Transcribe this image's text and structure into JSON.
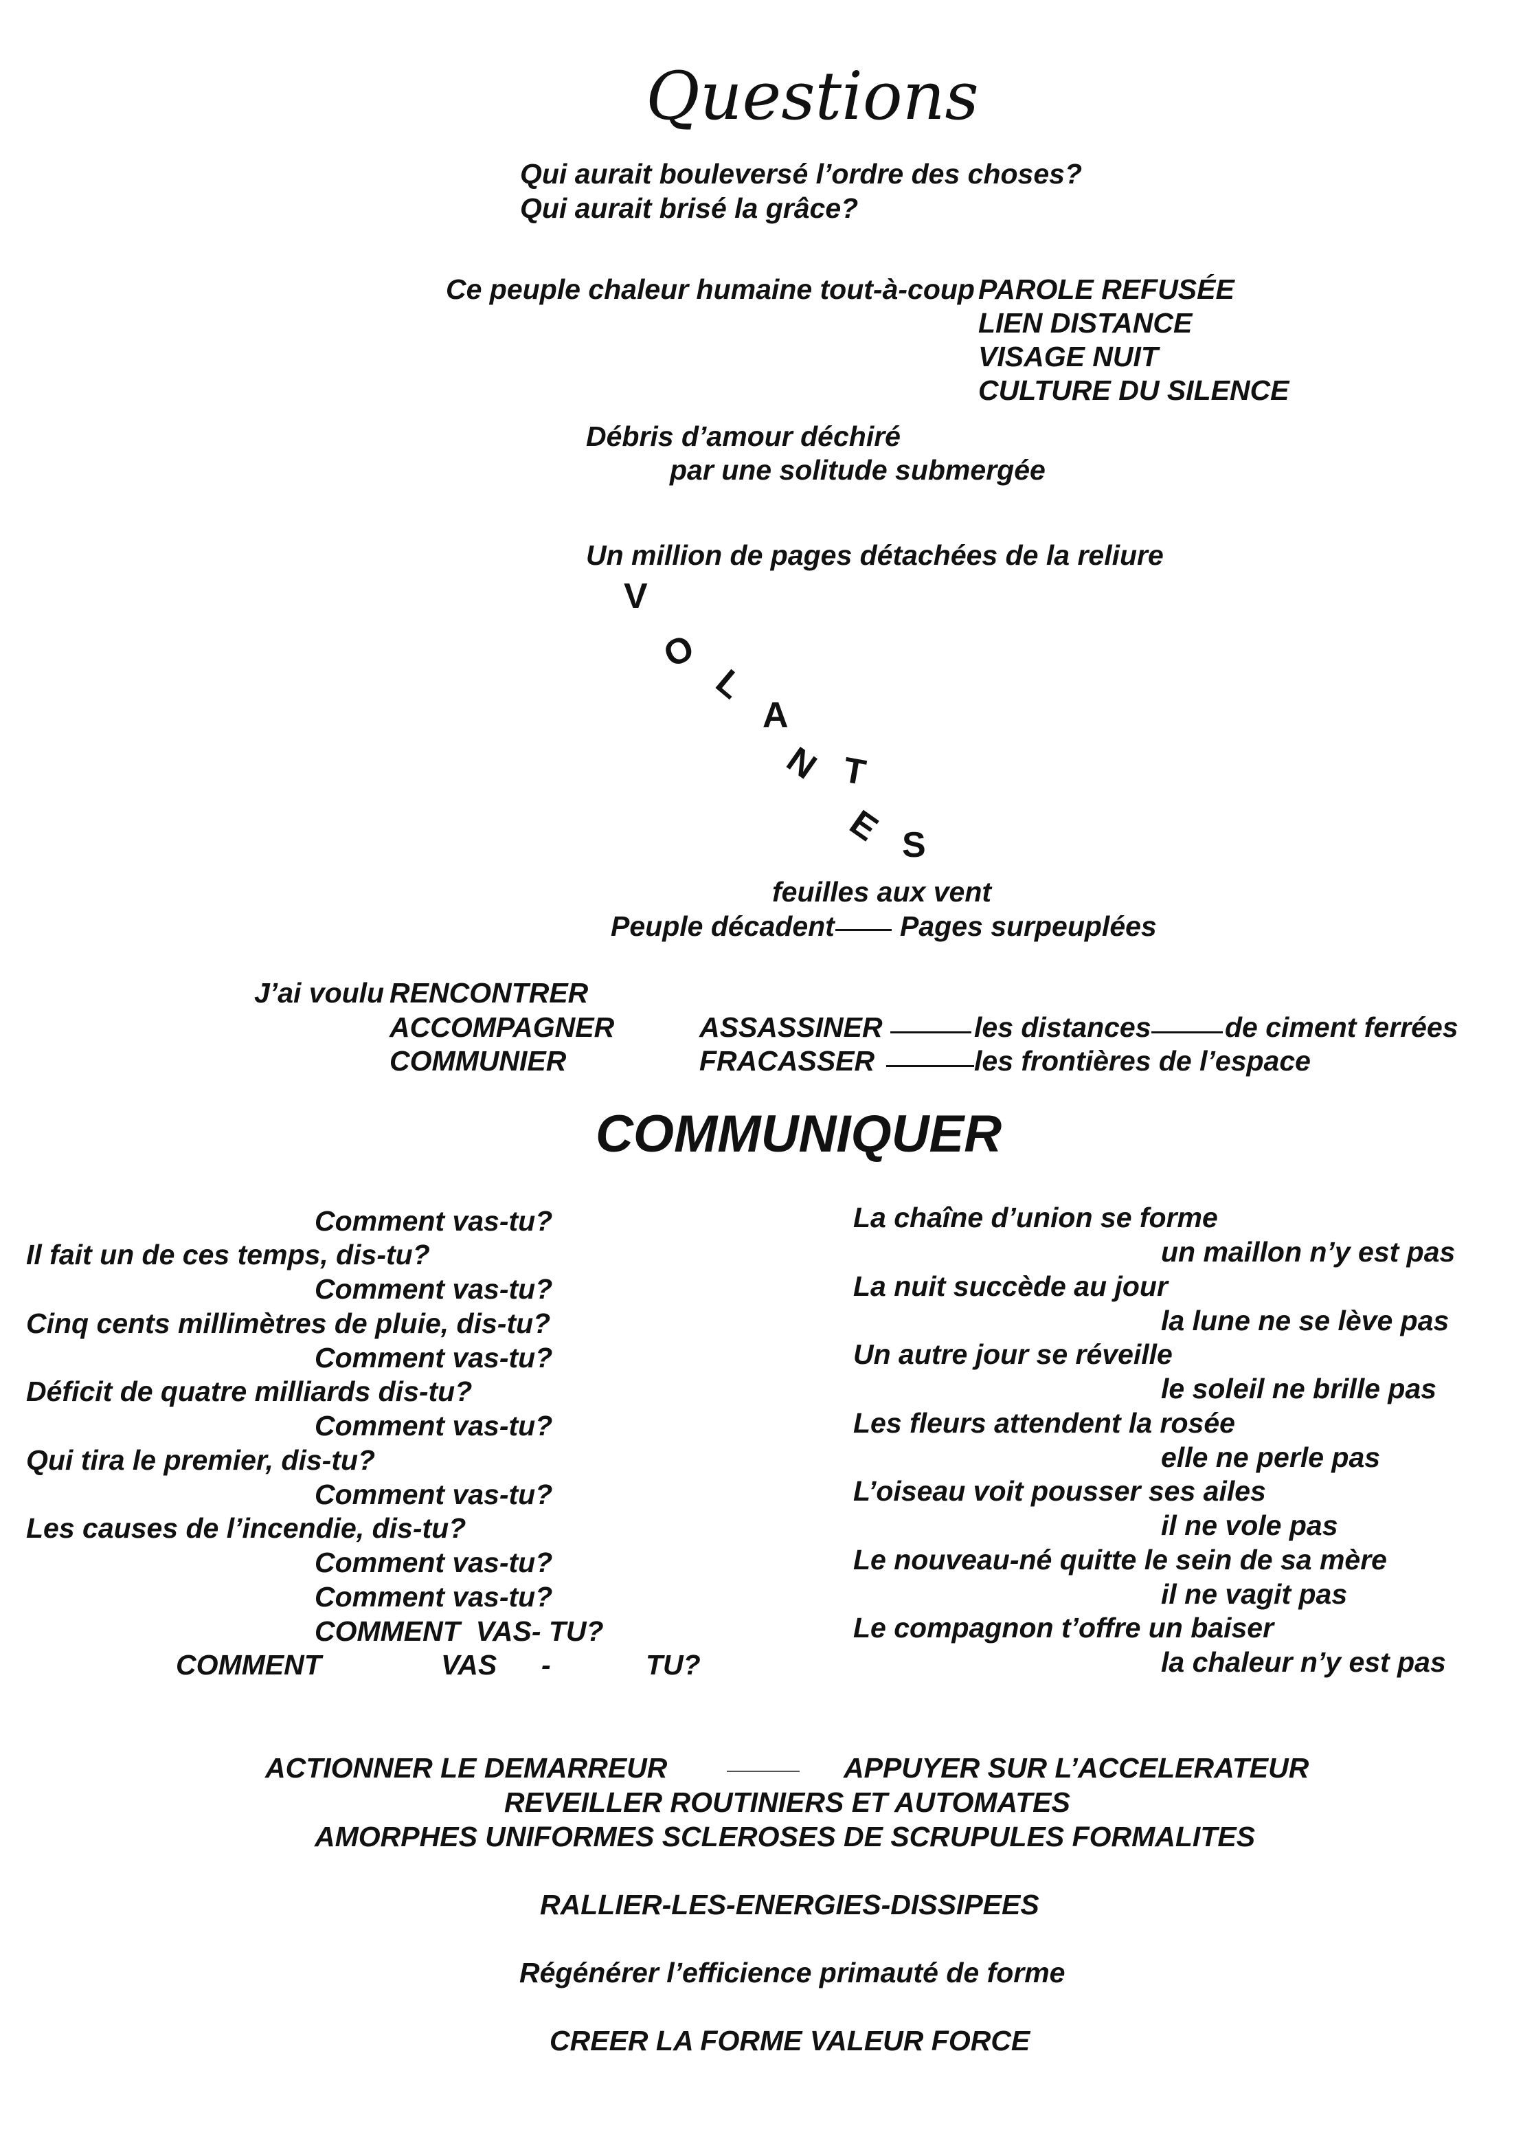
{
  "title": "Questions",
  "intro": [
    "Qui aurait bouleversé l’ordre des choses?",
    "Qui aurait brisé la grâce?"
  ],
  "peuple": {
    "lead": "Ce peuple chaleur humaine tout-à-coup",
    "items": [
      "PAROLE REFUSÉE",
      "LIEN DISTANCE",
      "VISAGE NUIT",
      "CULTURE DU SILENCE"
    ]
  },
  "debris": [
    "Débris d’amour déchiré",
    "par une solitude submergée"
  ],
  "million": "Un million de pages détachées de la reliure",
  "volantes": [
    "V",
    "O",
    "L",
    "A",
    "N",
    "T",
    "E",
    "S"
  ],
  "feuilles": "feuilles aux vent",
  "peuple_decadent": {
    "left": "Peuple décadent",
    "right": "Pages surpeuplées"
  },
  "voulu": {
    "lead": "J’ai voulu",
    "verbs": [
      "RENCONTRER",
      "ACCOMPAGNER",
      "COMMUNIER"
    ],
    "assassiner": {
      "verb": "ASSASSINER",
      "obj": "les distances",
      "end": "de ciment ferrées"
    },
    "fracasser": {
      "verb": "FRACASSER",
      "obj": "les frontières de l’espace"
    }
  },
  "communiquer": "COMMUNIQUER",
  "left_col": [
    "Comment vas-tu?",
    "Il fait un de ces temps, dis-tu?",
    "Comment vas-tu?",
    "Cinq cents millimètres de pluie, dis-tu?",
    "Comment vas-tu?",
    "Déficit de quatre milliards dis-tu?",
    "Comment vas-tu?",
    "Qui tira le premier, dis-tu?",
    "Comment vas-tu?",
    "Les causes de l’incendie, dis-tu?",
    "Comment vas-tu?",
    "Comment vas-tu?",
    "COMMENT  VAS- TU?"
  ],
  "final_comment": [
    "COMMENT",
    "VAS",
    "-",
    "TU?"
  ],
  "right_col": [
    "La chaîne d’union se forme",
    "un maillon n’y est pas",
    "La nuit succède au jour",
    "la lune ne se lève pas",
    "Un autre jour se réveille",
    "le soleil ne brille pas",
    "Les fleurs attendent la rosée",
    "elle ne perle pas",
    "L’oiseau voit pousser ses ailes",
    "il ne vole pas",
    "Le nouveau-né quitte le sein de sa mère",
    "il ne vagit pas",
    "Le compagnon t’offre un baiser",
    "la chaleur n’y est pas"
  ],
  "bottom": {
    "actionner": "ACTIONNER LE DEMARREUR",
    "appuyer": "APPUYER SUR L’ACCELERATEUR",
    "reveiller": "REVEILLER ROUTINIERS ET AUTOMATES",
    "amorphes": "AMORPHES UNIFORMES SCLEROSES DE SCRUPULES FORMALITES",
    "rallier": "RALLIER-LES-ENERGIES-DISSIPEES",
    "regenerer": "Régénérer l’efficience primauté de forme",
    "creer": "CREER LA FORME VALEUR FORCE"
  }
}
